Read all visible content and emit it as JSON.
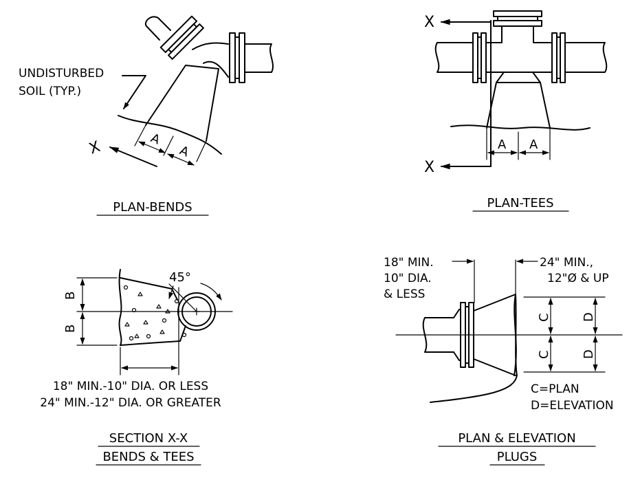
{
  "plan_bends": {
    "title": "PLAN-BENDS",
    "soil_label_1": "UNDISTURBED",
    "soil_label_2": "SOIL (TYP.)",
    "section_mark": "X",
    "dim_a_1": "A",
    "dim_a_2": "A"
  },
  "plan_tees": {
    "title": "PLAN-TEES",
    "section_mark_top": "X",
    "section_mark_bottom": "X",
    "dim_a_1": "A",
    "dim_a_2": "A"
  },
  "section_xx": {
    "title_1": "SECTION X-X",
    "title_2": "BENDS & TEES",
    "angle": "45°",
    "dim_b_1": "B",
    "dim_b_2": "B",
    "note_1": "18\" MIN.-10\" DIA. OR LESS",
    "note_2": "24\" MIN.-12\" DIA. OR GREATER"
  },
  "plugs": {
    "title_1": "PLAN & ELEVATION",
    "title_2": "PLUGS",
    "left_note_1": "18\" MIN.",
    "left_note_2": "10\" DIA.",
    "left_note_3": "& LESS",
    "right_note_1": "24\" MIN.,",
    "right_note_2": "12\"Ø & UP",
    "dim_c_1": "C",
    "dim_c_2": "C",
    "dim_d_1": "D",
    "dim_d_2": "D",
    "legend_c": "C=PLAN",
    "legend_d": "D=ELEVATION"
  }
}
